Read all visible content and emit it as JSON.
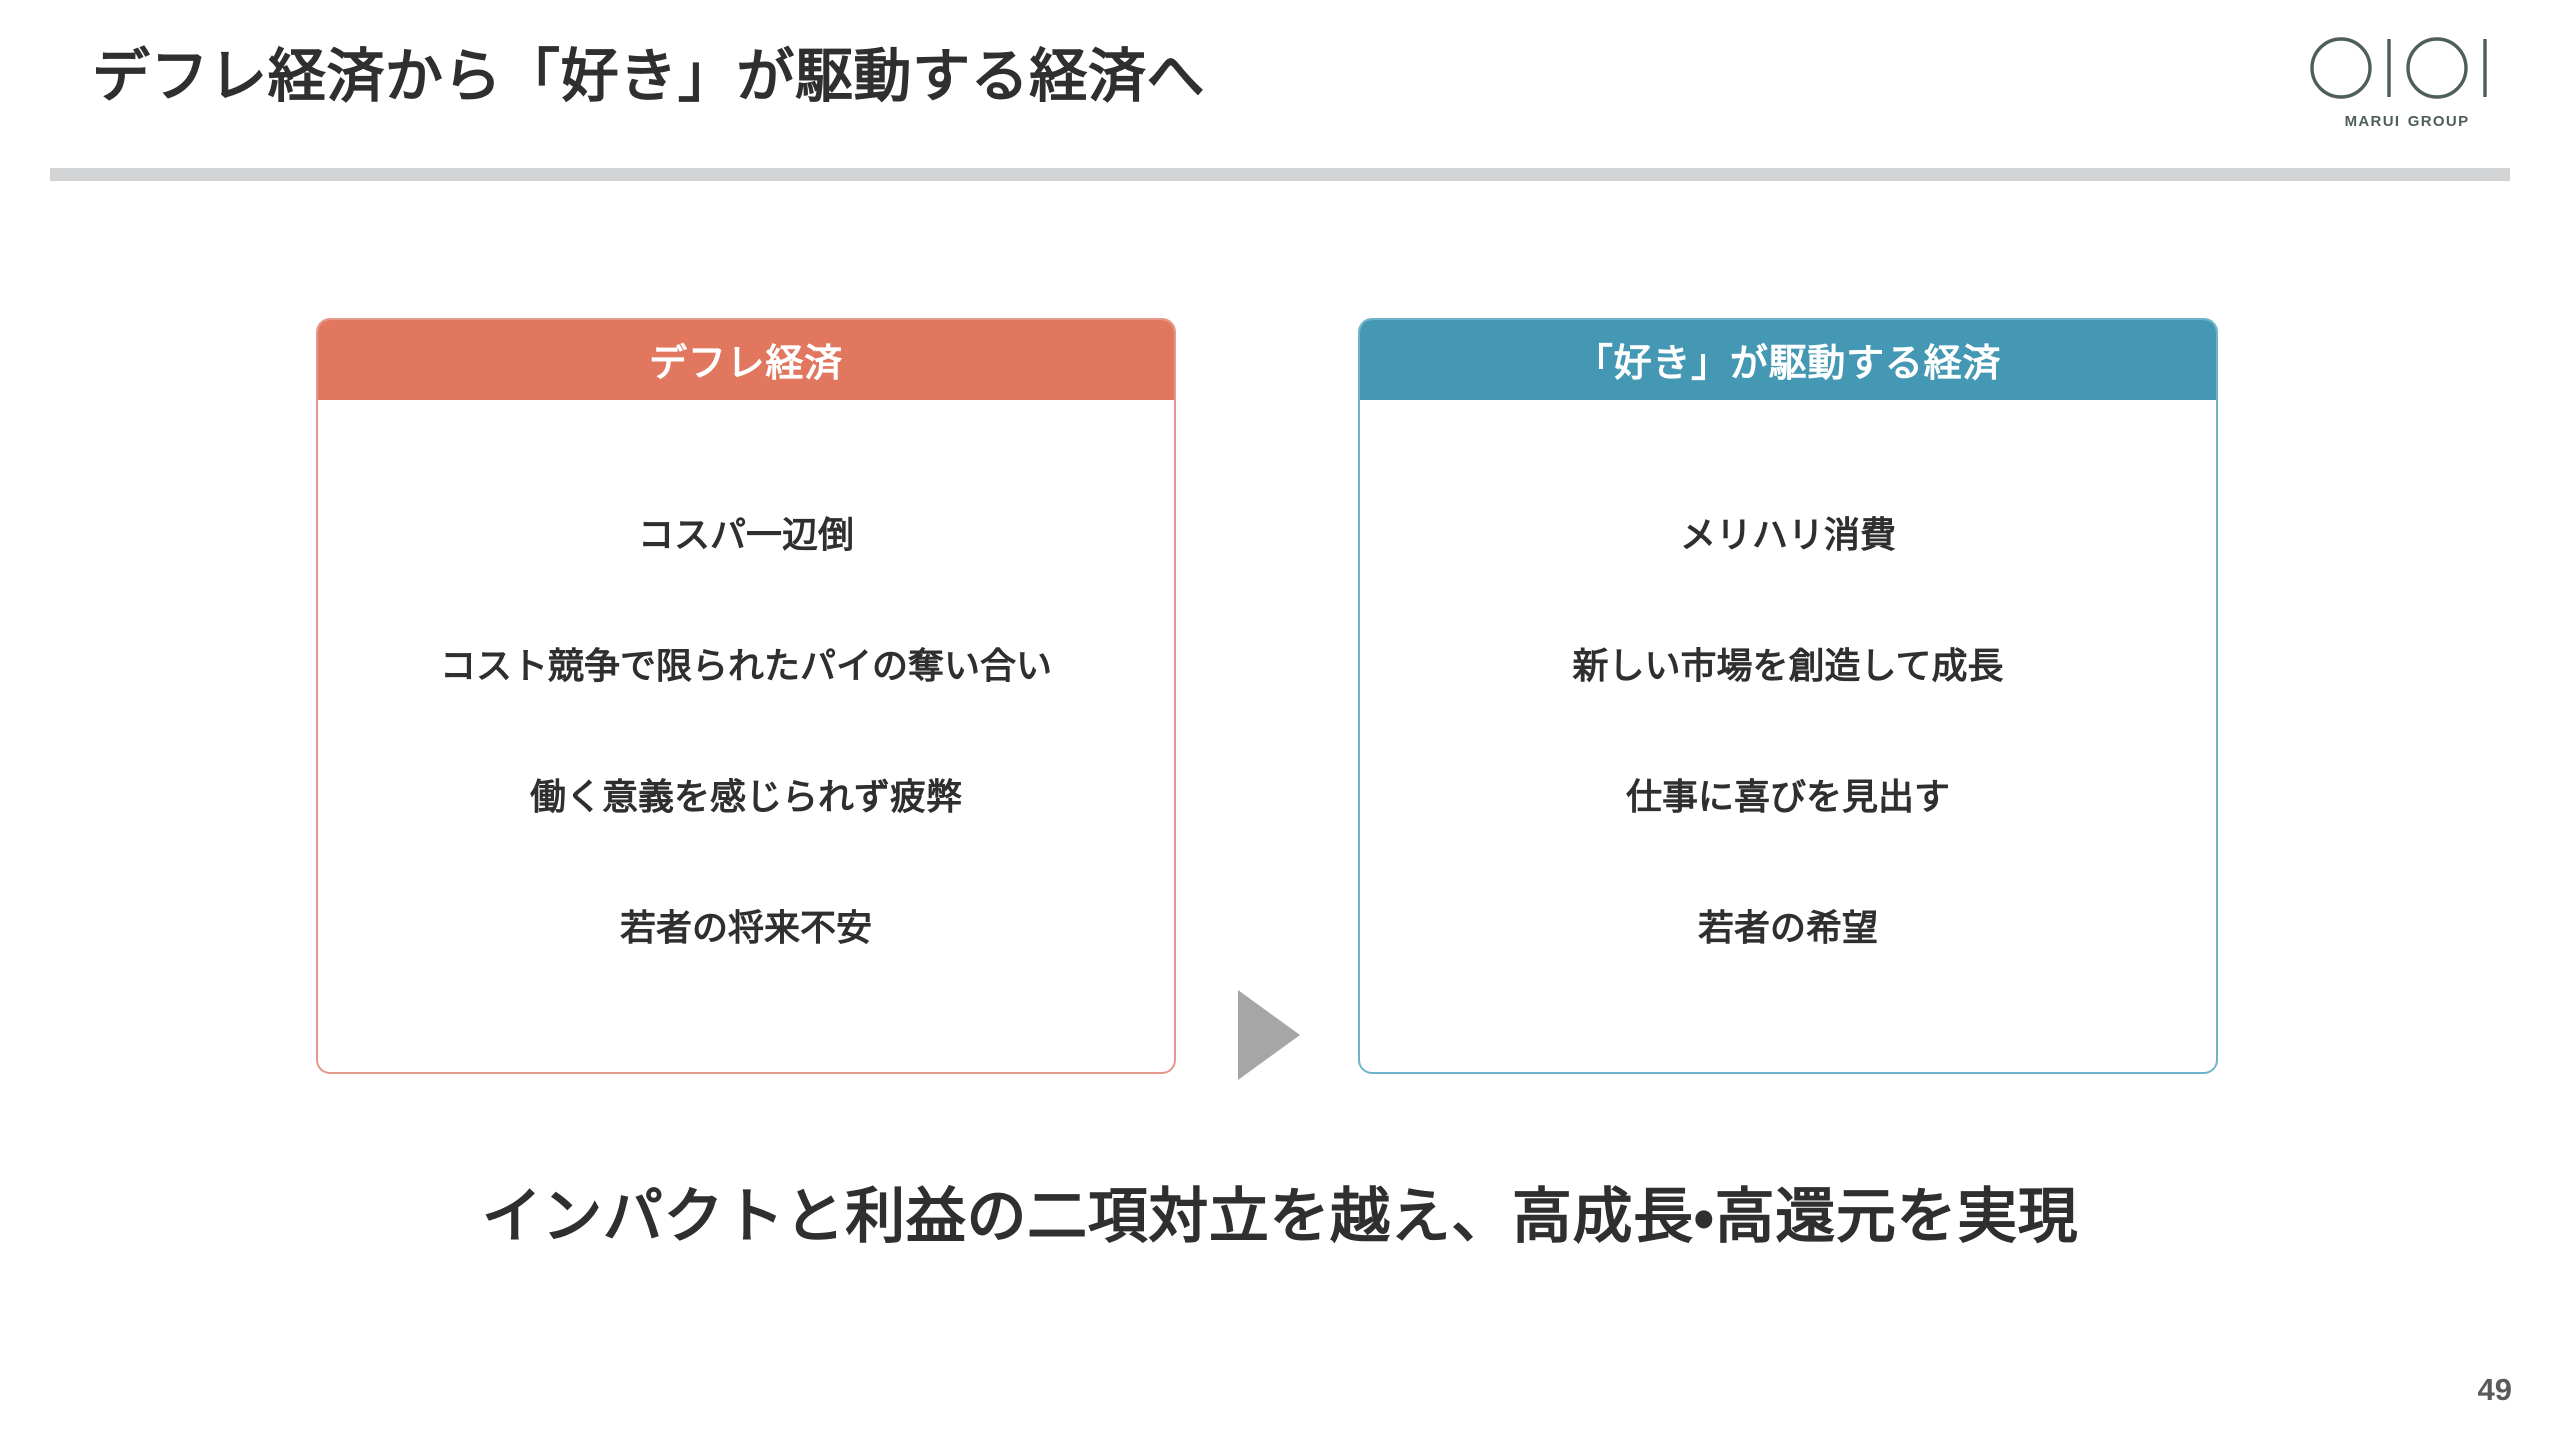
{
  "slide": {
    "title": "デフレ経済から「好き」が駆動する経済へ",
    "page_number": "49",
    "background_color": "#ffffff",
    "rule_color": "#d3d4d6"
  },
  "logo": {
    "mark_name": "oioi-logo",
    "wordmark": "Marui Group",
    "color": "#4e5f59"
  },
  "comparison": {
    "arrow_icon": "right-triangle-arrow-icon",
    "arrow_color": "#a6a6a6",
    "left": {
      "header": "デフレ経済",
      "header_color": "#e2775f",
      "border_color": "#e4998b",
      "items": [
        "コスパ一辺倒",
        "コスト競争で限られたパイの奪い合い",
        "働く意義を感じられず疲弊",
        "若者の将来不安"
      ]
    },
    "right": {
      "header": "「好き」が駆動する経済",
      "header_color": "#4498b4",
      "border_color": "#6fb4cb",
      "items": [
        "メリハリ消費",
        "新しい市場を創造して成長",
        "仕事に喜びを見出す",
        "若者の希望"
      ]
    }
  },
  "caption": "インパクトと利益の二項対立を越え、高成長・高還元を実現"
}
